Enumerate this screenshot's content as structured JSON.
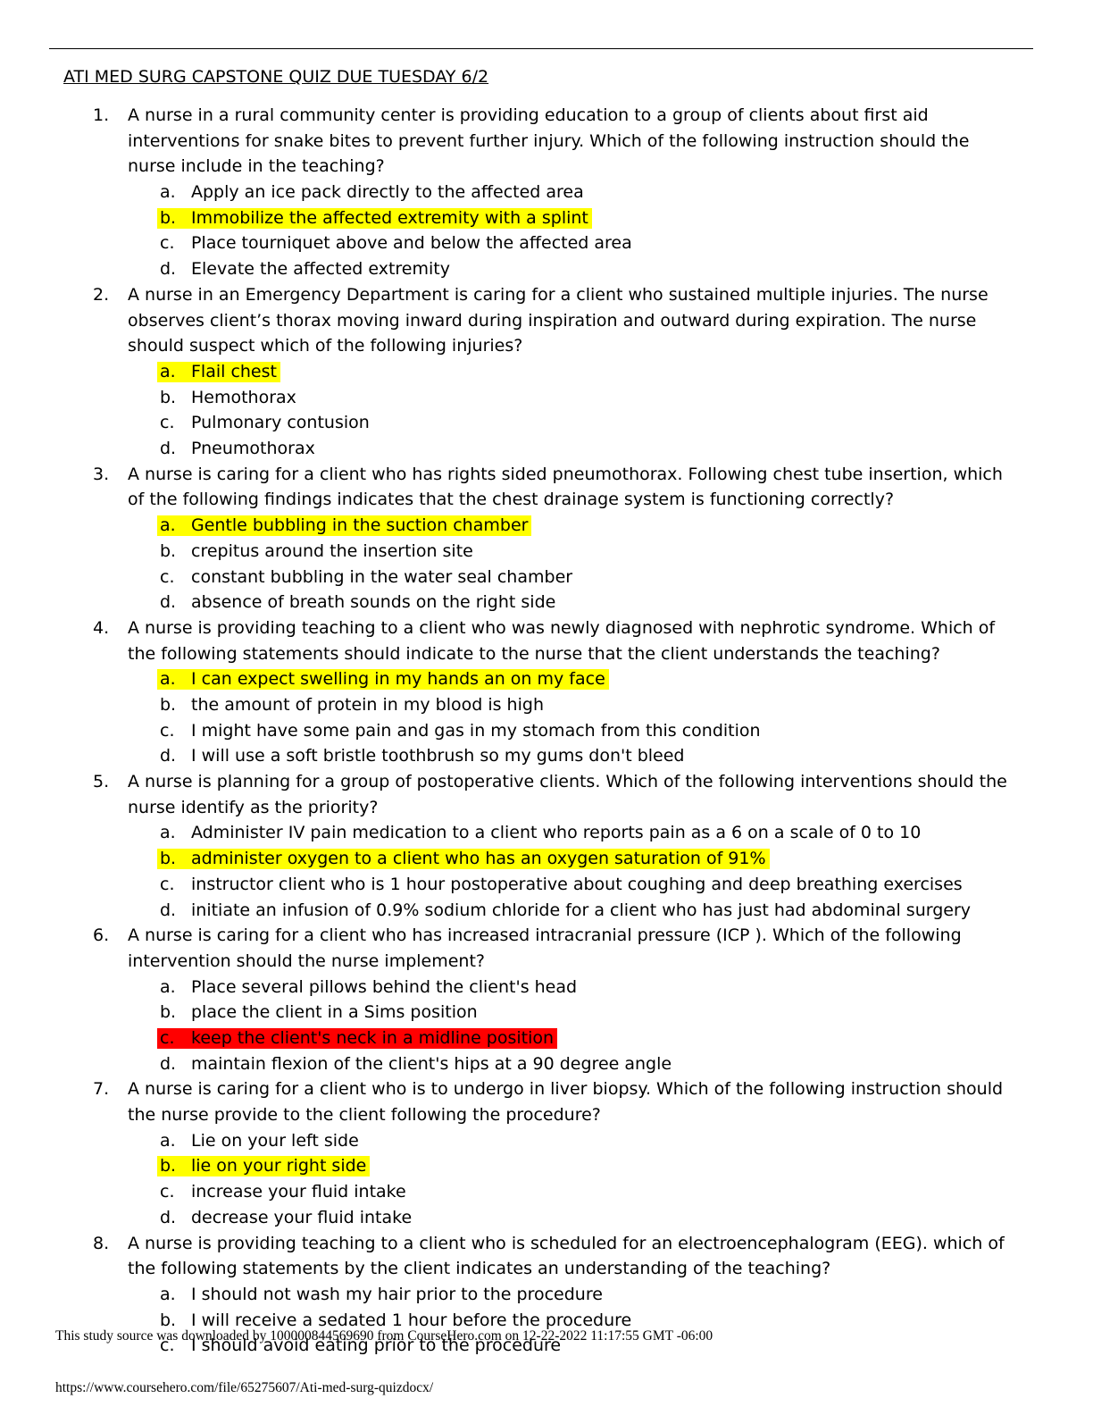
{
  "document": {
    "title": "ATI MED SURG CAPSTONE QUIZ DUE TUESDAY 6/2",
    "colors": {
      "highlight_yellow": "#ffff00",
      "highlight_red": "#ff0000"
    },
    "questions": [
      {
        "number": "1.",
        "text": "A nurse in a rural community center is providing education to a group of clients about first aid interventions for snake bites to prevent further injury. Which of the following instruction should the nurse include in the teaching?",
        "options": [
          {
            "letter": "a.",
            "text": "Apply an ice pack directly to the affected area",
            "highlight": "none"
          },
          {
            "letter": "b.",
            "text": "Immobilize the affected extremity with a splint",
            "highlight": "yellow"
          },
          {
            "letter": "c.",
            "text": "Place tourniquet above and below the affected area",
            "highlight": "none"
          },
          {
            "letter": "d.",
            "text": "Elevate the affected extremity",
            "highlight": "none"
          }
        ]
      },
      {
        "number": "2.",
        "text": "A nurse in an Emergency Department is caring for a client who sustained multiple injuries. The nurse observes client’s thorax moving inward during inspiration and outward during expiration. The nurse should suspect which of the following injuries?",
        "options": [
          {
            "letter": "a.",
            "text": "Flail chest",
            "highlight": "yellow"
          },
          {
            "letter": "b.",
            "text": "Hemothorax",
            "highlight": "none"
          },
          {
            "letter": "c.",
            "text": "Pulmonary contusion",
            "highlight": "none"
          },
          {
            "letter": "d.",
            "text": "Pneumothorax",
            "highlight": "none"
          }
        ]
      },
      {
        "number": "3.",
        "text": "A nurse is caring for a client who has rights sided pneumothorax. Following chest tube insertion, which of the following findings indicates that the chest drainage system is functioning correctly?",
        "options": [
          {
            "letter": "a.",
            "text": "Gentle bubbling in the suction chamber",
            "highlight": "yellow"
          },
          {
            "letter": "b.",
            "text": "crepitus around the insertion site",
            "highlight": "none"
          },
          {
            "letter": "c.",
            "text": "constant bubbling in the water seal chamber",
            "highlight": "none"
          },
          {
            "letter": "d.",
            "text": "absence of breath sounds on the right side",
            "highlight": "none"
          }
        ]
      },
      {
        "number": "4.",
        "text": "A nurse is providing teaching to a client who was newly diagnosed with nephrotic syndrome. Which of the following statements should indicate to the nurse that the client understands the teaching?",
        "options": [
          {
            "letter": "a.",
            "text": "I can expect swelling in my hands an on my face",
            "highlight": "yellow"
          },
          {
            "letter": "b.",
            "text": "the amount of protein in my blood is high",
            "highlight": "none"
          },
          {
            "letter": "c.",
            "text": "I might have some pain and gas in my stomach from this condition",
            "highlight": "none"
          },
          {
            "letter": "d.",
            "text": "I will use a soft bristle toothbrush so my gums don't bleed",
            "highlight": "none"
          }
        ]
      },
      {
        "number": "5.",
        "text": "A nurse is planning for a group of postoperative clients. Which of the following interventions should the nurse identify as the priority?",
        "options": [
          {
            "letter": "a.",
            "text": "Administer IV pain medication to a client who reports pain as a 6 on a scale of 0 to 10",
            "highlight": "none"
          },
          {
            "letter": "b.",
            "text": "administer oxygen to a client who has an oxygen saturation of 91%",
            "highlight": "yellow"
          },
          {
            "letter": "c.",
            "text": "instructor client who is 1 hour postoperative about coughing and deep breathing exercises",
            "highlight": "none"
          },
          {
            "letter": "d.",
            "text": "initiate an infusion of 0.9% sodium chloride for a client who has just had abdominal surgery",
            "highlight": "none"
          }
        ]
      },
      {
        "number": "6.",
        "text": "A nurse is caring for a client who has increased intracranial pressure (ICP ). Which of the following intervention should the nurse implement?",
        "options": [
          {
            "letter": "a.",
            "text": "Place several pillows behind the client's head",
            "highlight": "none"
          },
          {
            "letter": "b.",
            "text": "place the client in a Sims position",
            "highlight": "none"
          },
          {
            "letter": "c.",
            "text": "keep the client's neck in a midline position",
            "highlight": "red"
          },
          {
            "letter": "d.",
            "text": "maintain flexion of the client's hips at a 90 degree angle",
            "highlight": "none"
          }
        ]
      },
      {
        "number": "7.",
        "text": "A nurse is caring for a client who is to undergo in liver biopsy. Which of the following instruction should the nurse provide to the client following the procedure?",
        "options": [
          {
            "letter": "a.",
            "text": "Lie on your left side",
            "highlight": "none"
          },
          {
            "letter": "b.",
            "text": "lie on your right side",
            "highlight": "yellow"
          },
          {
            "letter": "c.",
            "text": "increase your fluid intake",
            "highlight": "none"
          },
          {
            "letter": "d.",
            "text": "decrease your fluid intake",
            "highlight": "none"
          }
        ]
      },
      {
        "number": "8.",
        "text": "A nurse is providing teaching to a client who is scheduled for an electroencephalogram (EEG). which of the following statements by the client indicates an understanding of the teaching?",
        "options": [
          {
            "letter": "a.",
            "text": "I should not wash my hair prior to the procedure",
            "highlight": "none"
          },
          {
            "letter": "b.",
            "text": "I will receive a sedated 1 hour before the procedure",
            "highlight": "none"
          },
          {
            "letter": "c.",
            "text": "I should avoid eating prior to the procedure",
            "highlight": "none"
          }
        ]
      }
    ]
  },
  "footer": {
    "source_note": "This study source was downloaded by 100000844569690 from CourseHero.com on 12-22-2022 11:17:55 GMT -06:00",
    "url": "https://www.coursehero.com/file/65275607/Ati-med-surg-quizdocx/"
  }
}
